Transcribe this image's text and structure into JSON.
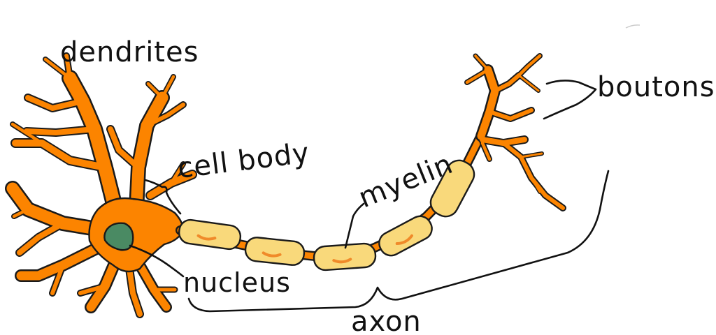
{
  "labels": {
    "dendrites": "dendrites",
    "cell_body": "cell body",
    "myelin": "myelin",
    "boutons": "boutons",
    "nucleus": "nucleus",
    "axon": "axon"
  },
  "colors": {
    "neuron": "#FC8400",
    "myelin": "#F9D97B",
    "nucleus": "#4A8A63",
    "myelin_inner": "#F08A2A",
    "ink": "#111111"
  }
}
